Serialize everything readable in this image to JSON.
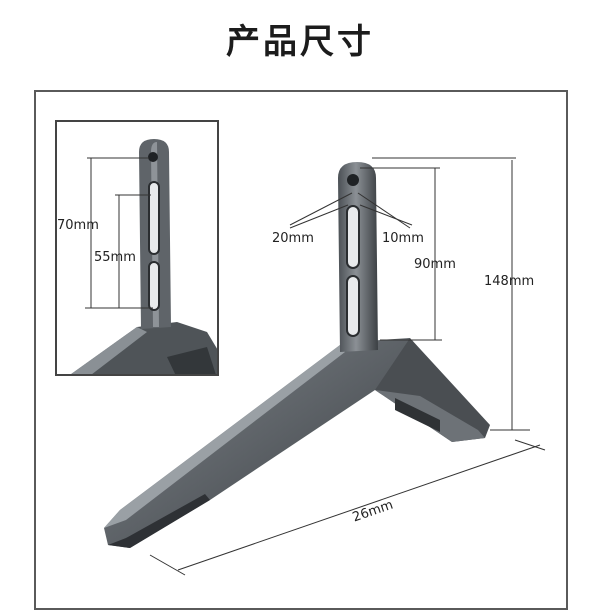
{
  "header": {
    "title": "产品尺寸"
  },
  "dimensions": {
    "inset_slot_total": "70mm",
    "inset_slot_length": "55mm",
    "hole_left": "20mm",
    "hole_right": "10mm",
    "upright_height": "90mm",
    "total_height": "148mm",
    "base_length": "26mm"
  },
  "colors": {
    "metal_dark": "#3e4246",
    "metal_mid": "#6b7075",
    "metal_light": "#8f9499"
  }
}
